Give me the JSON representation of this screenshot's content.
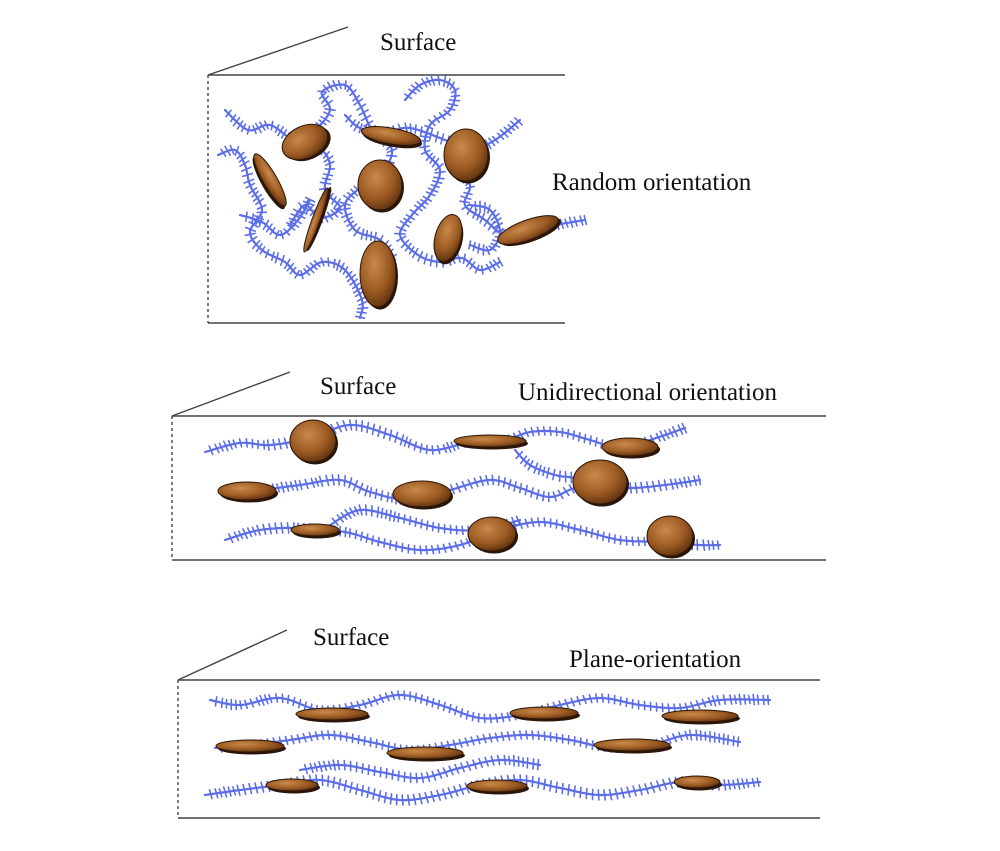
{
  "colors": {
    "chain": "#5b6ee8",
    "chain_light": "#8c9cf5",
    "particle_face": "#9b5a22",
    "particle_edge": "#2b1608",
    "frame": "#444444"
  },
  "panels": [
    {
      "id": "random",
      "surface_label": "Surface",
      "orientation_label": "Random orientation"
    },
    {
      "id": "unidirectional",
      "surface_label": "Surface",
      "orientation_label": "Unidirectional orientation"
    },
    {
      "id": "plane",
      "surface_label": "Surface",
      "orientation_label": "Plane-orientation"
    }
  ]
}
